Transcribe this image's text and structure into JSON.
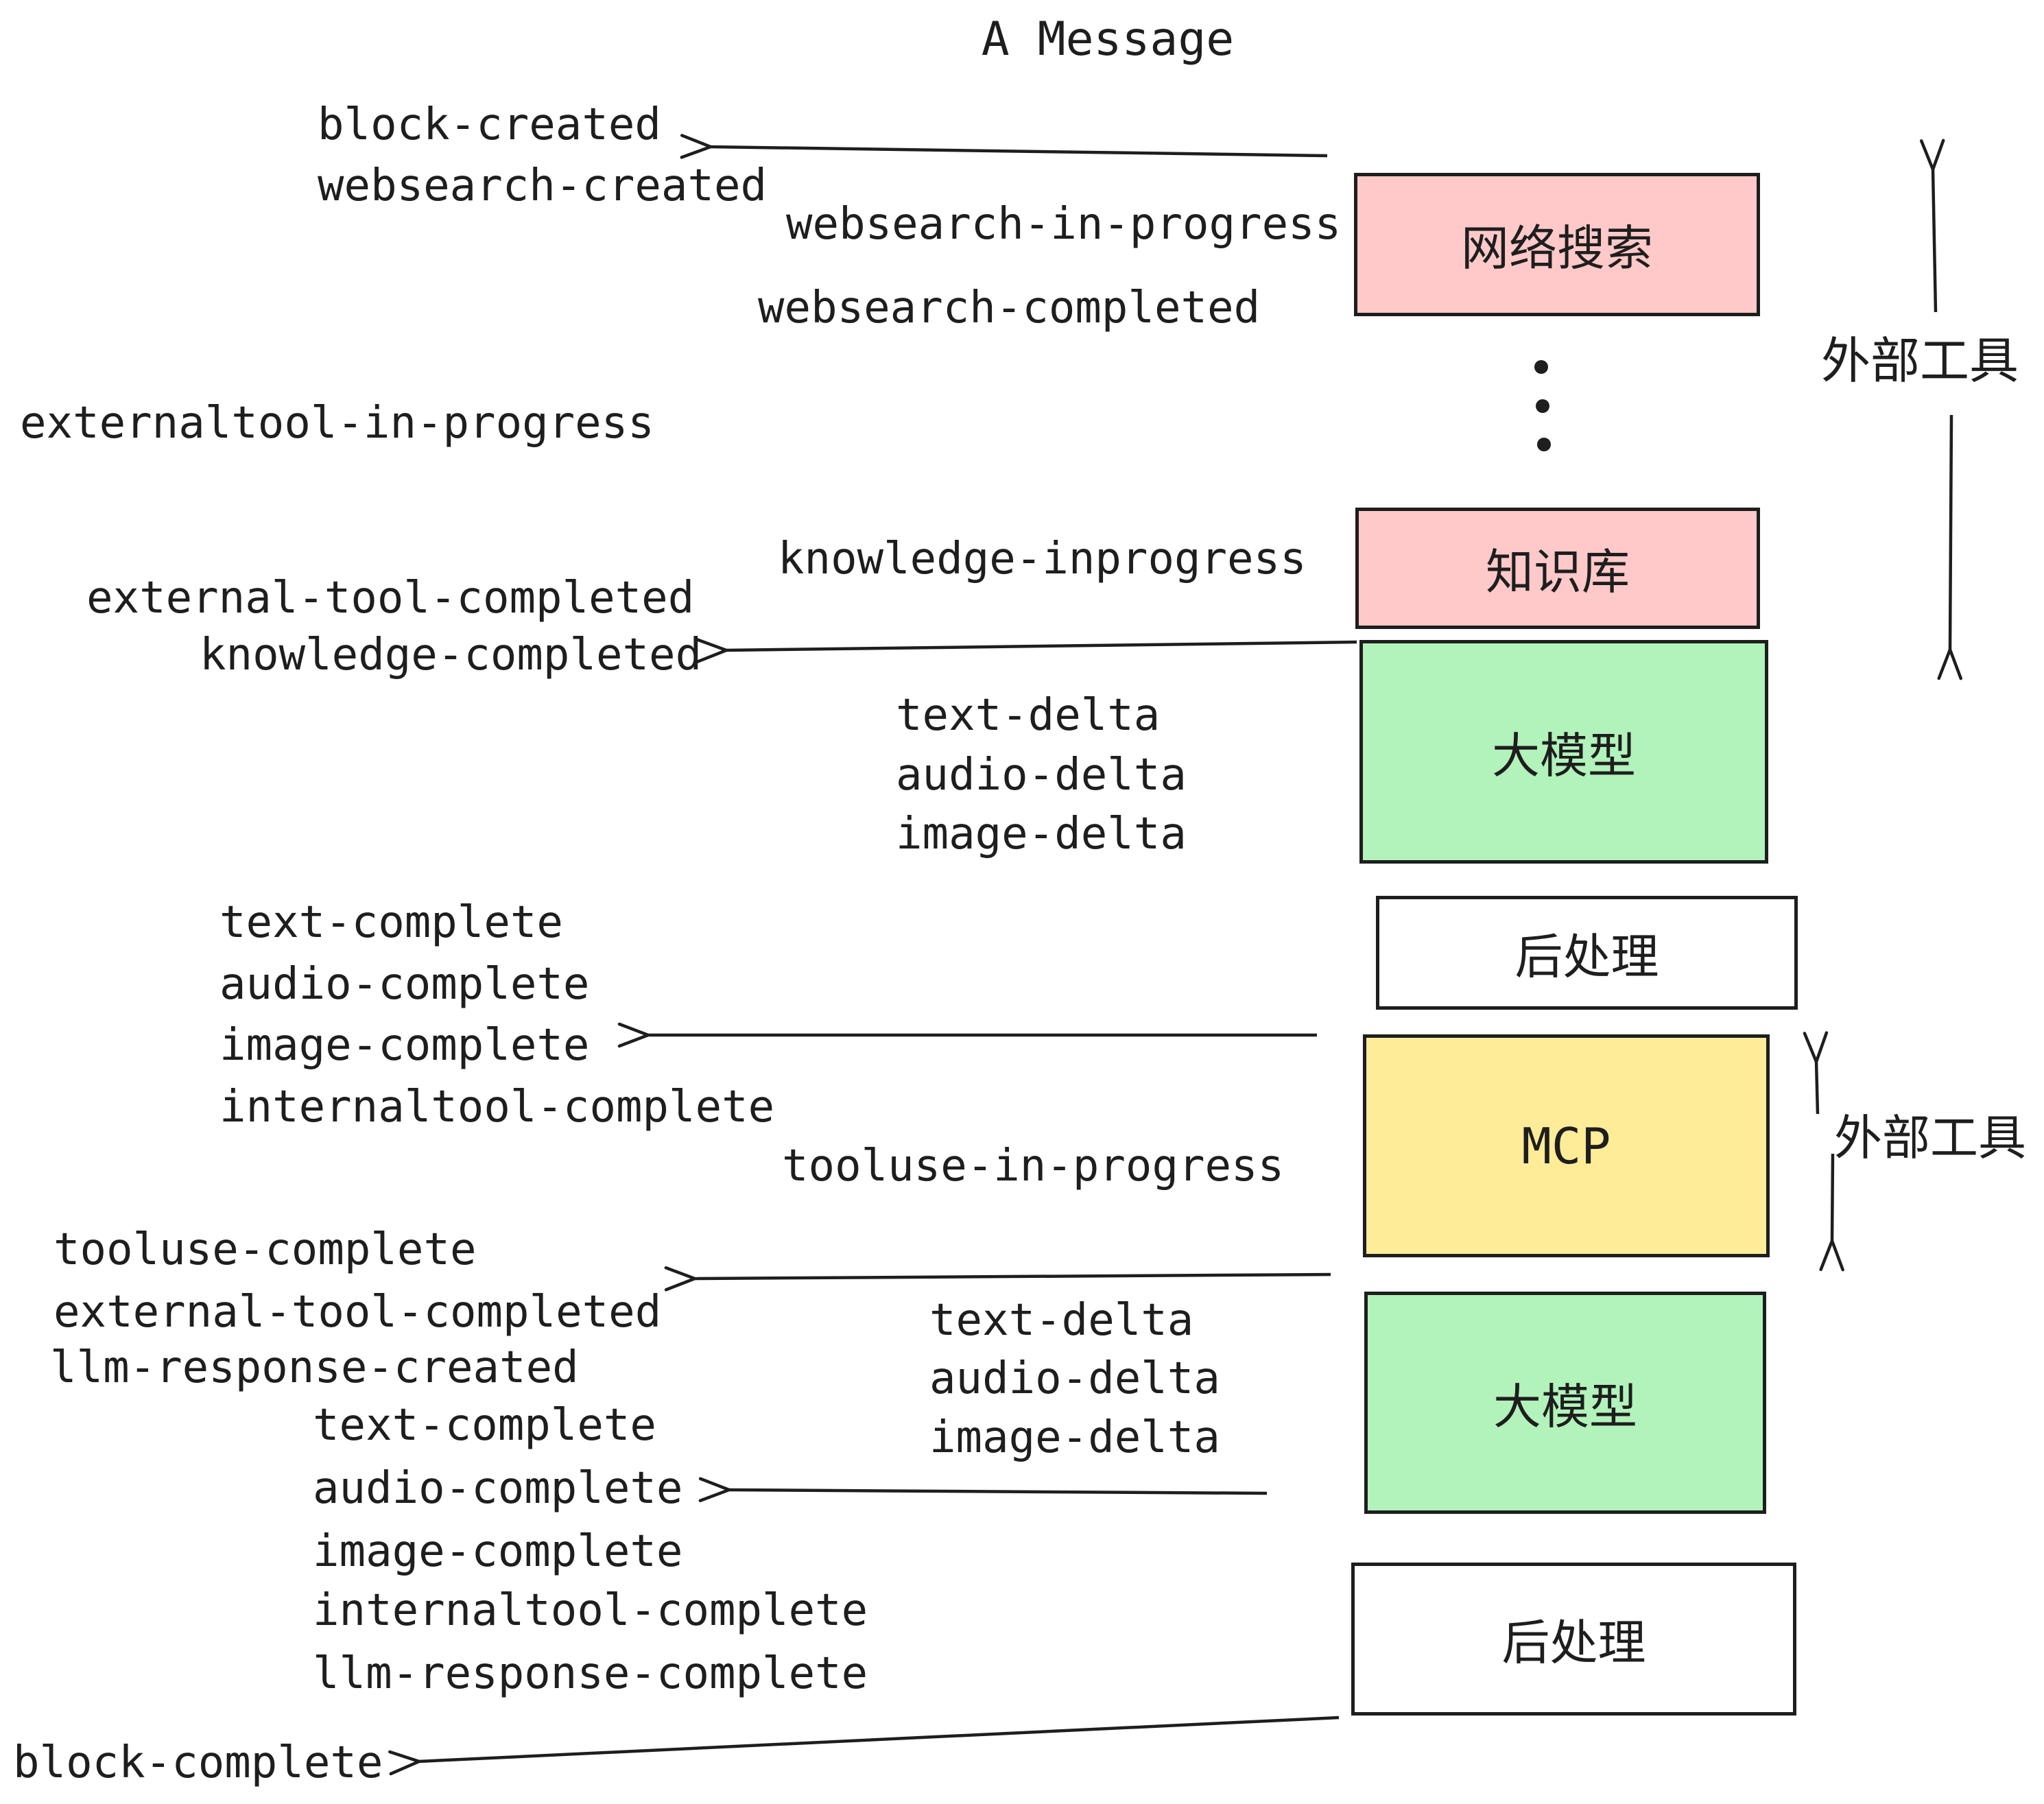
{
  "title": "A Message",
  "palette": {
    "box_pink": "#ffc9c9",
    "box_green": "#b2f2bb",
    "box_yellow": "#ffec99",
    "box_white": "#ffffff",
    "stroke": "#1e1e1e"
  },
  "boxes": [
    {
      "id": "websearch",
      "label": "网络搜索",
      "color": "pink"
    },
    {
      "id": "knowledge",
      "label": "知识库",
      "color": "pink"
    },
    {
      "id": "llm1",
      "label": "大模型",
      "color": "green"
    },
    {
      "id": "post1",
      "label": "后处理",
      "color": "white"
    },
    {
      "id": "mcp",
      "label": "MCP",
      "color": "yellow"
    },
    {
      "id": "llm2",
      "label": "大模型",
      "color": "green"
    },
    {
      "id": "post2",
      "label": "后处理",
      "color": "white"
    }
  ],
  "side_labels": [
    {
      "id": "external-tools-top",
      "label": "外部工具"
    },
    {
      "id": "external-tools-mcp",
      "label": "外部工具"
    }
  ],
  "events": [
    {
      "id": "block-created",
      "label": "block-created"
    },
    {
      "id": "websearch-created",
      "label": "websearch-created"
    },
    {
      "id": "websearch-in-progress",
      "label": "websearch-in-progress"
    },
    {
      "id": "websearch-completed",
      "label": "websearch-completed"
    },
    {
      "id": "externaltool-in-progress",
      "label": "externaltool-in-progress"
    },
    {
      "id": "knowledge-inprogress",
      "label": "knowledge-inprogress"
    },
    {
      "id": "external-tool-completed",
      "label": "external-tool-completed"
    },
    {
      "id": "knowledge-completed",
      "label": "knowledge-completed"
    },
    {
      "id": "text-delta-1",
      "label": "text-delta"
    },
    {
      "id": "audio-delta-1",
      "label": "audio-delta"
    },
    {
      "id": "image-delta-1",
      "label": "image-delta"
    },
    {
      "id": "text-complete-1",
      "label": "text-complete"
    },
    {
      "id": "audio-complete-1",
      "label": "audio-complete"
    },
    {
      "id": "image-complete-1",
      "label": "image-complete"
    },
    {
      "id": "internaltool-complete-1",
      "label": "internaltool-complete"
    },
    {
      "id": "tooluse-in-progress",
      "label": "tooluse-in-progress"
    },
    {
      "id": "tooluse-complete",
      "label": "tooluse-complete"
    },
    {
      "id": "external-tool-completed-2",
      "label": "external-tool-completed"
    },
    {
      "id": "llm-response-created",
      "label": "llm-response-created"
    },
    {
      "id": "text-complete-2",
      "label": "text-complete"
    },
    {
      "id": "audio-complete-2",
      "label": "audio-complete"
    },
    {
      "id": "image-complete-2",
      "label": "image-complete"
    },
    {
      "id": "internaltool-complete-2",
      "label": "internaltool-complete"
    },
    {
      "id": "llm-response-complete",
      "label": "llm-response-complete"
    },
    {
      "id": "text-delta-2",
      "label": "text-delta"
    },
    {
      "id": "audio-delta-2",
      "label": "audio-delta"
    },
    {
      "id": "image-delta-2",
      "label": "image-delta"
    },
    {
      "id": "block-complete",
      "label": "block-complete"
    }
  ]
}
